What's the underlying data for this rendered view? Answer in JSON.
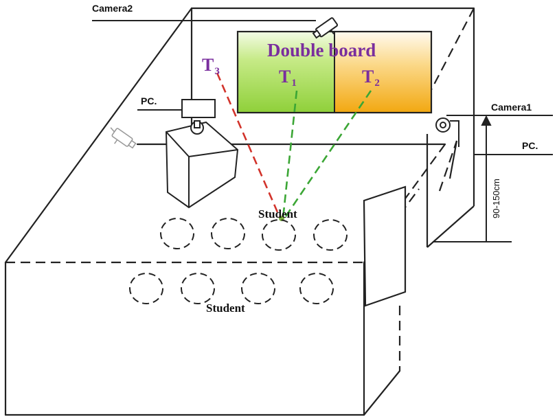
{
  "labels": {
    "camera2": "Camera2",
    "camera1": "Camera1",
    "pc_left": "PC.",
    "pc_right": "PC.",
    "board_title": "Double board",
    "t1": "T",
    "t1_sub": "1",
    "t2": "T",
    "t2_sub": "2",
    "t3": "T",
    "t3_sub": "3",
    "student_top": "Student",
    "student_bottom": "Student",
    "height_range": "90-150cm"
  },
  "colors": {
    "board_title": "#7a2e9e",
    "t_labels": "#7a2e9e",
    "sightline_t1_t2": "#3ba635",
    "sightline_t3": "#d2332b",
    "board_left_fill": "#9fd84a",
    "board_right_fill": "#f4b41a",
    "lines": "#222222"
  },
  "icons": {
    "camera2": "camera-icon",
    "camera1": "camera-icon",
    "left_wall_camera": "camera-icon"
  }
}
